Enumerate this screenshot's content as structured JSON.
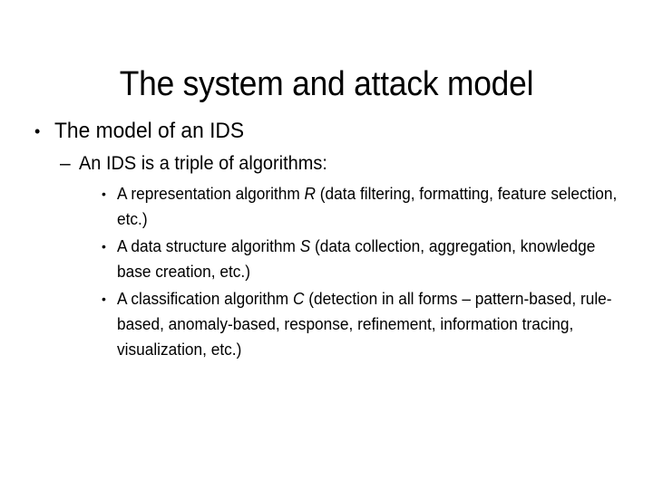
{
  "slide": {
    "title": "The system and attack model",
    "background_color": "#ffffff",
    "text_color": "#000000",
    "bullet_glyph_level1": "•",
    "bullet_glyph_level2": "–",
    "bullet_glyph_level3": "•",
    "content": [
      {
        "level": 1,
        "marker": "•",
        "text": "The model of an IDS"
      },
      {
        "level": 2,
        "marker": "–",
        "text": "An IDS is a triple of algorithms:"
      },
      {
        "level": 3,
        "marker": "•",
        "text_before": "A representation algorithm ",
        "variable": "R",
        "text_after": " (data filtering, formatting, feature selection, etc.)"
      },
      {
        "level": 3,
        "marker": "•",
        "text_before": "A data structure algorithm ",
        "variable": "S",
        "text_after": " (data collection, aggregation, knowledge base creation, etc.)"
      },
      {
        "level": 3,
        "marker": "•",
        "text_before": "A classification algorithm ",
        "variable": "C",
        "text_after": " (detection in all forms – pattern-based, rule-based, anomaly-based, response, refinement, information tracing, visualization, etc.)"
      }
    ]
  }
}
